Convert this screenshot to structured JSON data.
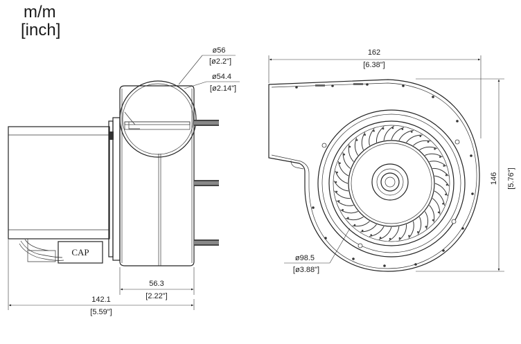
{
  "units": {
    "line1": "m/m",
    "line2": "[inch]"
  },
  "side_view": {
    "dia_outer_mm": "ø56",
    "dia_outer_in": "[ø2.2\"]",
    "dia_inner_mm": "ø54.4",
    "dia_inner_in": "[ø2.14\"]",
    "depth_mm": "56.3",
    "depth_in": "[2.22\"]",
    "total_mm": "142.1",
    "total_in": "[5.59\"]",
    "cap_label": "CAP"
  },
  "front_view": {
    "width_mm": "162",
    "width_in": "[6.38\"]",
    "height_mm": "146",
    "height_in": "[5.76\"]",
    "wheel_dia_mm": "ø98.5",
    "wheel_dia_in": "[ø3.88\"]"
  },
  "colors": {
    "line": "#222222",
    "fill_light": "#f2f2f2",
    "motor": "#f4f4f4"
  }
}
